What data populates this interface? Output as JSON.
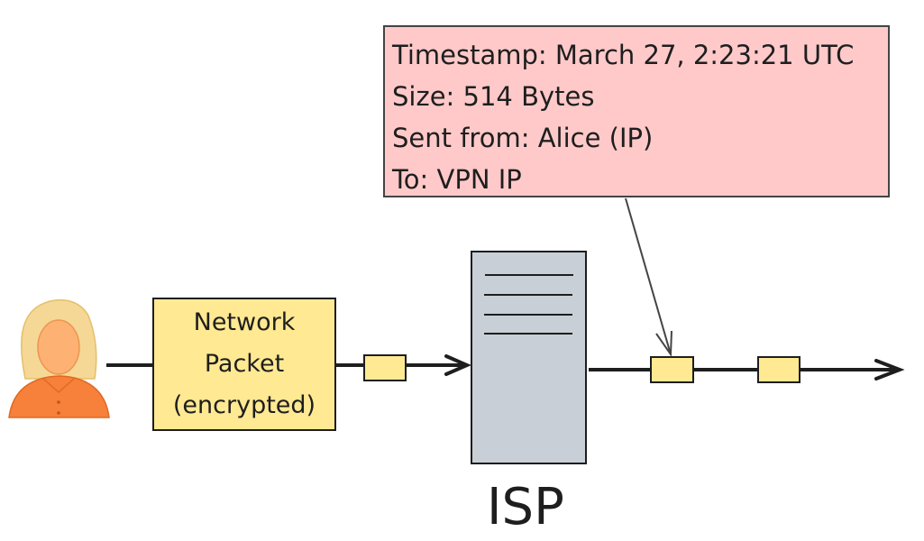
{
  "info_box": {
    "lines": [
      "Timestamp: March 27, 2:23:21 UTC",
      "Size: 514 Bytes",
      "Sent from: Alice (IP)",
      "To: VPN IP"
    ],
    "fill": "#ffc9c9"
  },
  "packet_box": {
    "lines": [
      "Network",
      "Packet",
      "(encrypted)"
    ],
    "fill": "#ffe992"
  },
  "isp_label": "ISP",
  "colors": {
    "server": "#c8cfd7",
    "person_shirt": "#f7803a",
    "person_hair": "#f5d896",
    "packet": "#ffe992"
  }
}
